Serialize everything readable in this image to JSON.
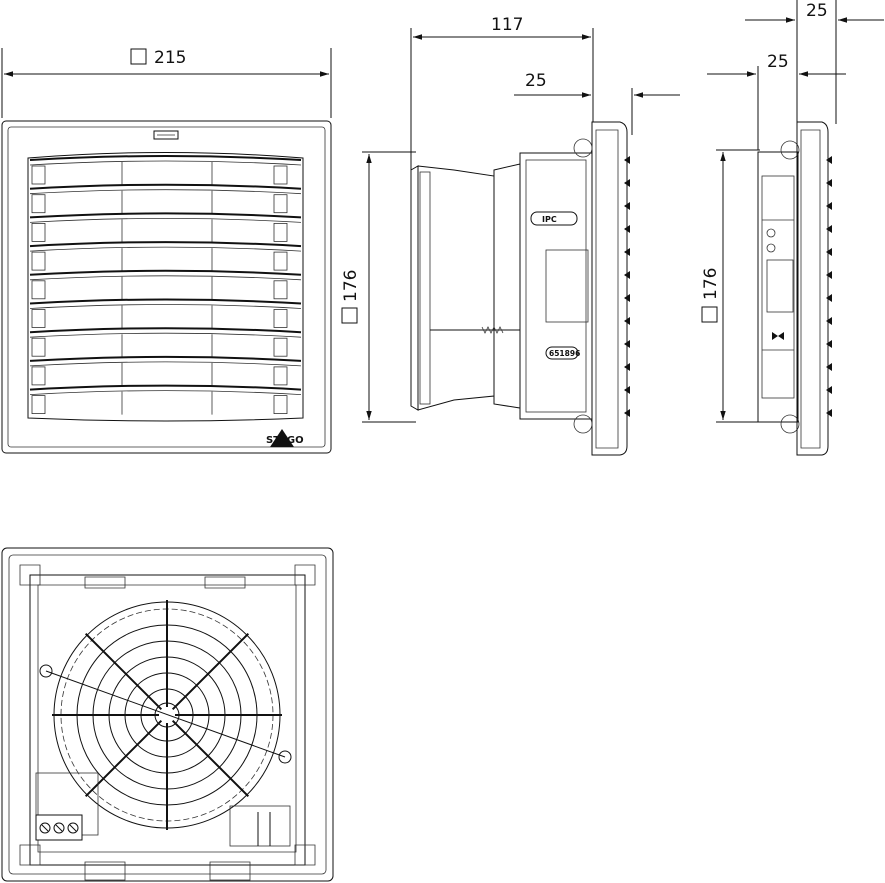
{
  "dimensions": {
    "front_width": "215",
    "front_height": "176",
    "side_depth": "117",
    "side_flange": "25",
    "right_outer": "25",
    "right_inner": "25",
    "right_height": "176"
  },
  "labels": {
    "brand": "STEGO",
    "rating_tag": "IPC",
    "part_number": "651896"
  }
}
